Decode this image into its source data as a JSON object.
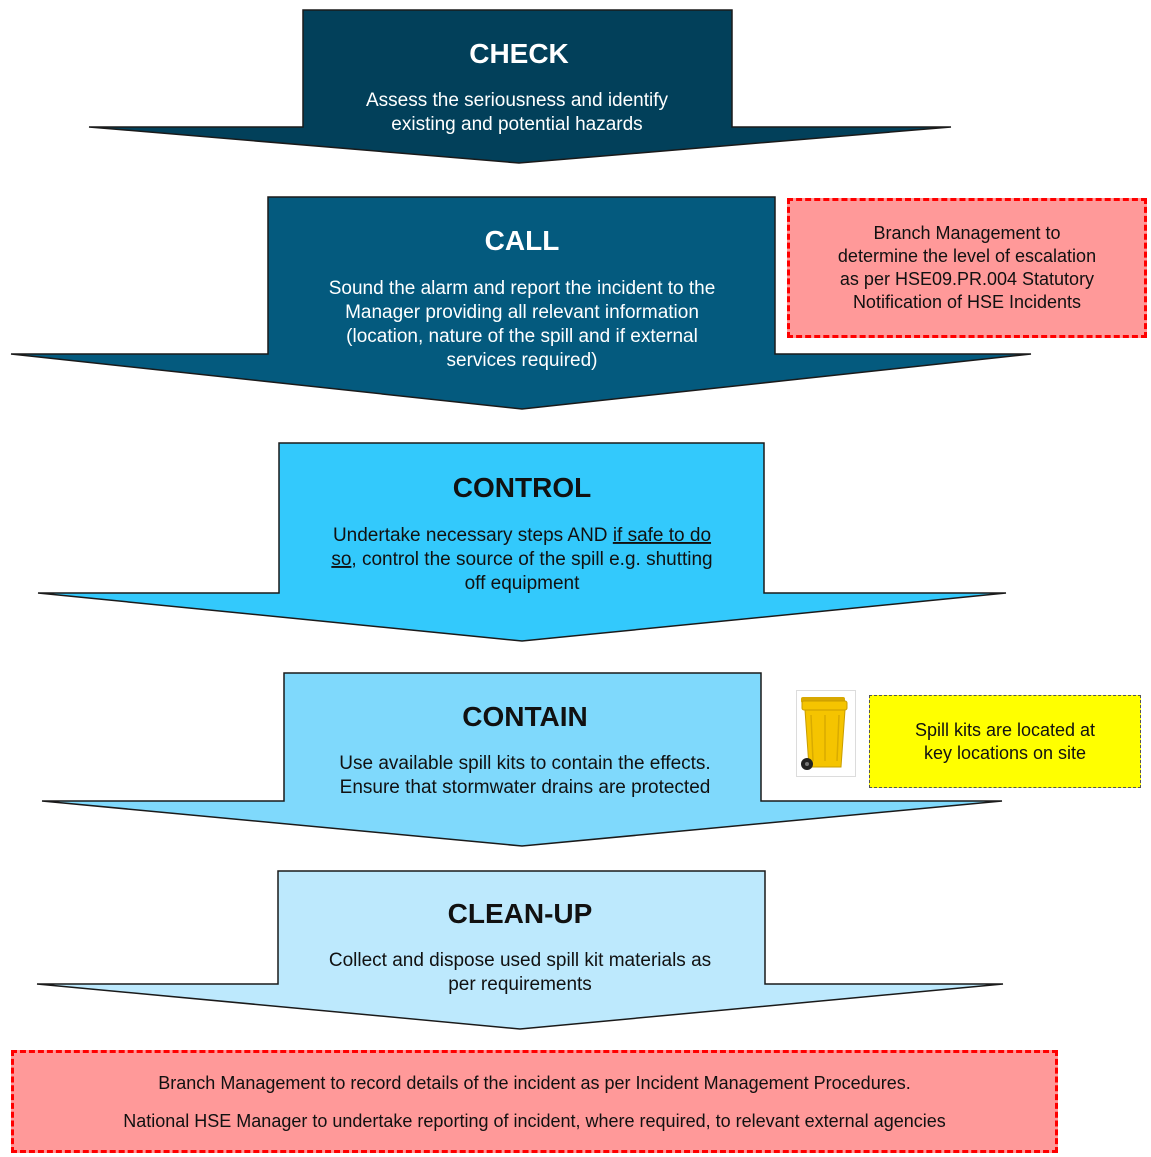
{
  "steps": [
    {
      "title": "CHECK",
      "body_lines": [
        "Assess the seriousness and identify",
        "existing and potential hazards"
      ],
      "fill": "#02405a",
      "text_color": "#ffffff"
    },
    {
      "title": "CALL",
      "body_lines": [
        "Sound the alarm and report the incident to the",
        "Manager providing all relevant information",
        "(location, nature of the spill and if external",
        "services required)"
      ],
      "fill": "#045a7e",
      "text_color": "#ffffff"
    },
    {
      "title": "CONTROL",
      "body_line1_plain": "Undertake necessary steps AND ",
      "body_line1_underlined": "if safe to do",
      "body_line2_underlined": "so",
      "body_line2_plain": ", control the source of the spill e.g. shutting",
      "body_line3": "off equipment",
      "fill": "#33c9fc",
      "text_color": "#111111"
    },
    {
      "title": "CONTAIN",
      "body_lines": [
        "Use available spill kits to contain the effects.",
        "Ensure that stormwater drains are protected"
      ],
      "fill": "#7fd9fc",
      "text_color": "#111111"
    },
    {
      "title": "CLEAN-UP",
      "body_lines": [
        "Collect and dispose used spill kit materials as",
        "per requirements"
      ],
      "fill": "#bde9fd",
      "text_color": "#111111"
    }
  ],
  "notes": {
    "escalation_lines": [
      "Branch Management to",
      "determine the level of escalation",
      "as per HSE09.PR.004 Statutory",
      "Notification of HSE Incidents"
    ],
    "spill_kits_lines": [
      "Spill kits are located at",
      "key locations on site"
    ],
    "record_line1": "Branch Management to record details of the incident as per Incident Management Procedures.",
    "record_line2": "National HSE Manager to undertake reporting of incident, where required, to relevant external agencies"
  },
  "bin_icon": "wheelie-bin-icon",
  "colors": {
    "arrow_border": "#1a1a1a",
    "note_red_fill": "#ff9999",
    "note_red_border": "#ff0000",
    "note_yellow_fill": "#ffff00",
    "bin_yellow": "#f5c400"
  }
}
